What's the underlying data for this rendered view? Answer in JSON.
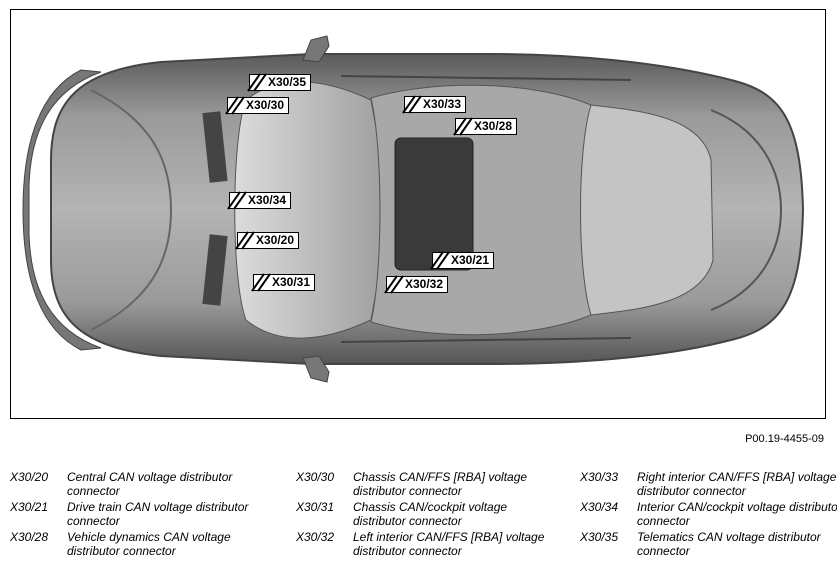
{
  "figure_reference": "P00.19-4455-09",
  "callouts": [
    {
      "label": "X30/35"
    },
    {
      "label": "X30/30"
    },
    {
      "label": "X30/33"
    },
    {
      "label": "X30/28"
    },
    {
      "label": "X30/34"
    },
    {
      "label": "X30/20"
    },
    {
      "label": "X30/31"
    },
    {
      "label": "X30/21"
    },
    {
      "label": "X30/32"
    }
  ],
  "legend": {
    "columns": [
      [
        {
          "code": "X30/20",
          "description": "Central CAN voltage distributor connector"
        },
        {
          "code": "X30/21",
          "description": "Drive train CAN voltage distributor connector"
        },
        {
          "code": "X30/28",
          "description": "Vehicle dynamics CAN voltage distributor connector"
        }
      ],
      [
        {
          "code": "X30/30",
          "description": "Chassis CAN/FFS [RBA] voltage distributor connector"
        },
        {
          "code": "X30/31",
          "description": "Chassis CAN/cockpit voltage distributor connector"
        },
        {
          "code": "X30/32",
          "description": "Left interior CAN/FFS [RBA] voltage distributor connector"
        }
      ],
      [
        {
          "code": "X30/33",
          "description": "Right interior CAN/FFS [RBA] voltage distributor connector"
        },
        {
          "code": "X30/34",
          "description": "Interior CAN/cockpit voltage distributor connector"
        },
        {
          "code": "X30/35",
          "description": "Telematics CAN voltage distributor connector"
        }
      ]
    ]
  }
}
